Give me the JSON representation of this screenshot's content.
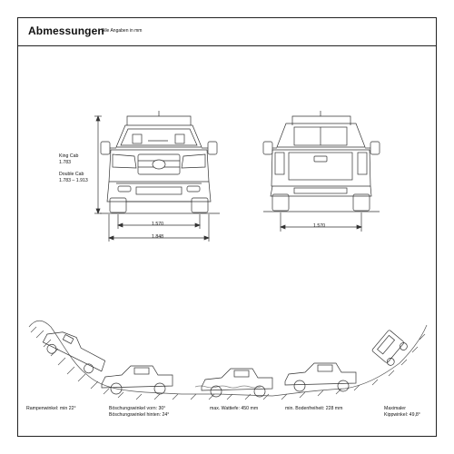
{
  "header": {
    "title": "Abmessungen",
    "subtitle": "Alle Angaben in mm"
  },
  "side_labels": {
    "king_cab_label": "King Cab",
    "king_cab_value": "1.783",
    "double_cab_label": "Double Cab",
    "double_cab_value": "1.783 – 1.913"
  },
  "dimensions": {
    "front_track": "1.570",
    "front_width": "1.848",
    "rear_track": "1.570"
  },
  "captions": {
    "ramp_angle": "Rampenwinkel: min 22°",
    "approach_angle": "Böschungswinkel vorn: 30°",
    "departure_angle": "Böschungswinkel hinten: 24°",
    "wading_depth": "max. Wattiefe: 450 mm",
    "ground_clearance": "min. Bodenfreiheit: 228 mm",
    "tilt_angle_line1": "Maximaler",
    "tilt_angle_line2": "Kippwinkel: 49,8°"
  }
}
